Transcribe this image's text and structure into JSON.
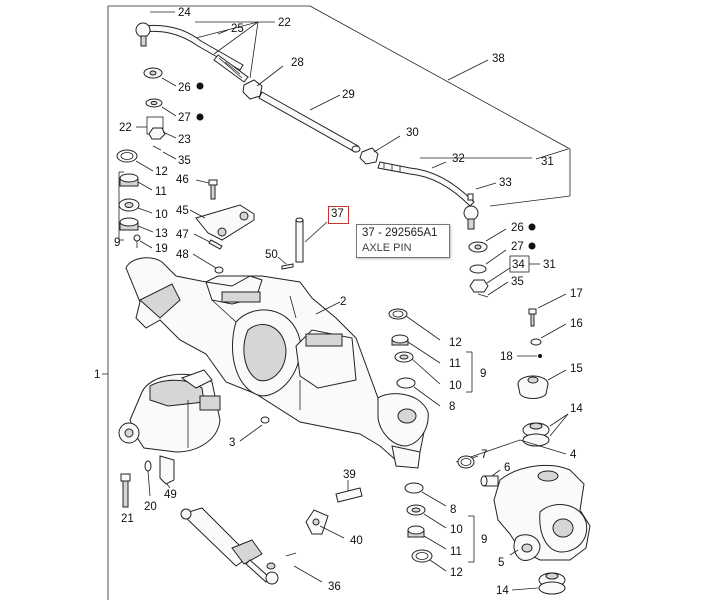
{
  "callout": {
    "code": "37 - 292565A1",
    "description": "AXLE PIN"
  },
  "highlighted_part": "37",
  "labels": {
    "l1": "1",
    "l2": "2",
    "l3": "3",
    "l4": "4",
    "l5": "5",
    "l6": "6",
    "l7": "7",
    "l8a": "8",
    "l8b": "8",
    "l9a": "9",
    "l9b": "9",
    "l9c": "9",
    "l10a": "10",
    "l10b": "10",
    "l10c": "10",
    "l11a": "11",
    "l11b": "11",
    "l11c": "11",
    "l12a": "12",
    "l12b": "12",
    "l12c": "12",
    "l13": "13",
    "l14a": "14",
    "l14b": "14",
    "l15": "15",
    "l16": "16",
    "l17": "17",
    "l18": "18",
    "l19": "19",
    "l20": "20",
    "l21": "21",
    "l22a": "22",
    "l22b": "22",
    "l23": "23",
    "l24": "24",
    "l25": "25",
    "l26a": "26",
    "l26b": "26",
    "l27a": "27",
    "l27b": "27",
    "l28": "28",
    "l29": "29",
    "l30": "30",
    "l31a": "31",
    "l31b": "31",
    "l32": "32",
    "l33": "33",
    "l34": "34",
    "l35a": "35",
    "l35b": "35",
    "l36": "36",
    "l38": "38",
    "l39": "39",
    "l40": "40",
    "l45": "45",
    "l46": "46",
    "l47": "47",
    "l48": "48",
    "l49": "49",
    "l50": "50"
  }
}
